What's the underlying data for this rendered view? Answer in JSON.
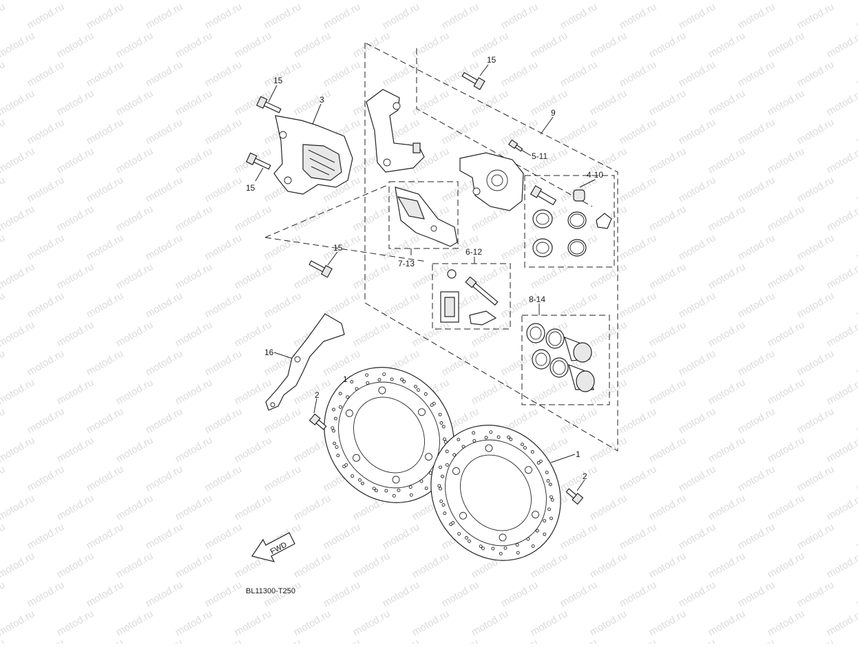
{
  "diagram": {
    "code": "BL11300-T250",
    "watermark": "motod.ru",
    "direction_label": "FWD",
    "callouts": {
      "c15_bolt_top": "15",
      "c15_caliper_top": "15",
      "c15_caliper_bottom": "15",
      "c15_bolt_middle": "15",
      "c3": "3",
      "c9": "9",
      "c5_11": "5-11",
      "c4_10": "4-10",
      "c7_13": "7-13",
      "c6_12": "6-12",
      "c8_14": "8-14",
      "c16": "16",
      "c1_left": "1",
      "c1_right": "1",
      "c2_left": "2",
      "c2_right": "2"
    }
  }
}
